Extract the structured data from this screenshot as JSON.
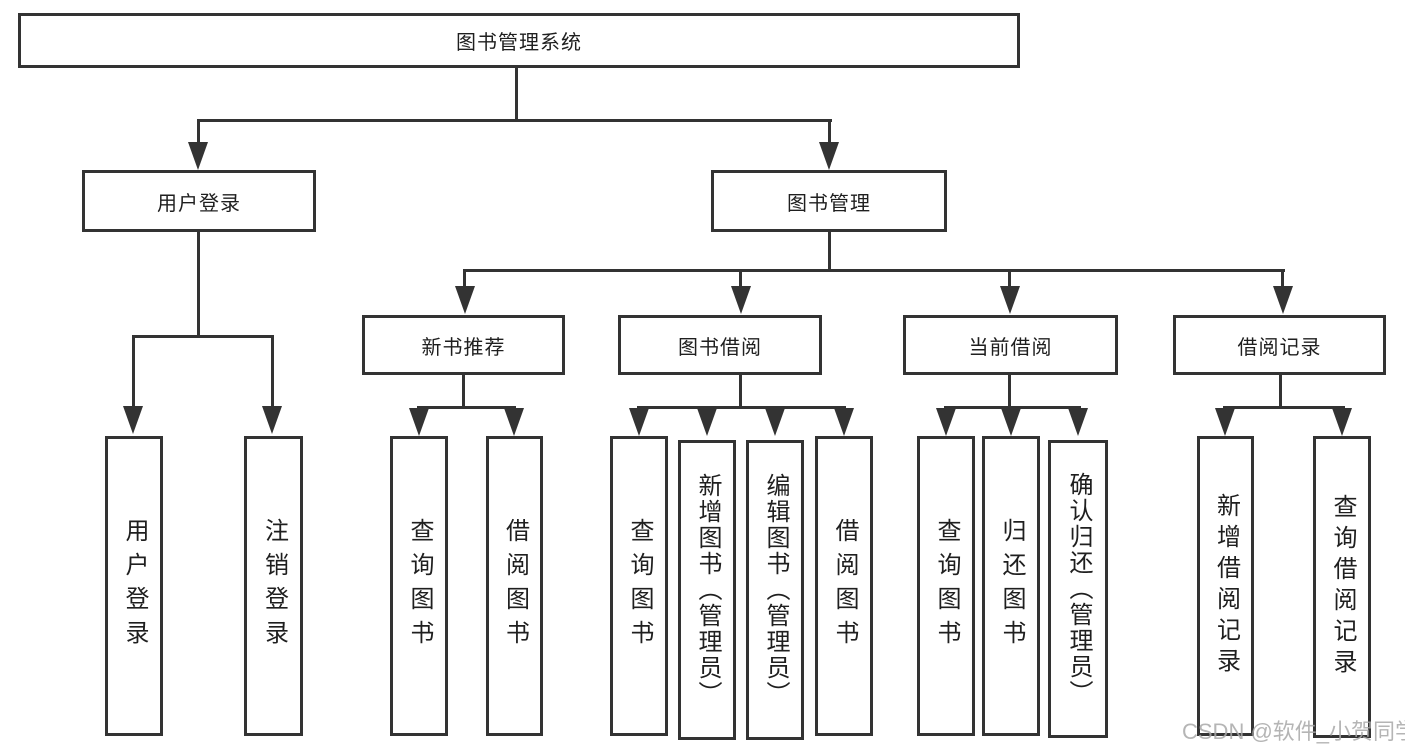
{
  "colors": {
    "line": "#333333",
    "box_border": "#333333",
    "text": "#1f1f1f",
    "background": "#ffffff",
    "watermark_text_color": "#a9a9a9"
  },
  "diagram": {
    "root": {
      "label": "图书管理系统"
    },
    "level2": [
      {
        "label": "用户登录",
        "leaves": [
          {
            "label": "用户登录"
          },
          {
            "label": "注销登录"
          }
        ]
      },
      {
        "label": "图书管理",
        "sections": [
          {
            "label": "新书推荐",
            "leaves": [
              {
                "label": "查询图书"
              },
              {
                "label": "借阅图书"
              }
            ]
          },
          {
            "label": "图书借阅",
            "leaves": [
              {
                "label": "查询图书"
              },
              {
                "label": "新增图书（管理员）"
              },
              {
                "label": "编辑图书（管理员）"
              },
              {
                "label": "借阅图书"
              }
            ]
          },
          {
            "label": "当前借阅",
            "leaves": [
              {
                "label": "查询图书"
              },
              {
                "label": "归还图书"
              },
              {
                "label": "确认归还（管理员）"
              }
            ]
          },
          {
            "label": "借阅记录",
            "leaves": [
              {
                "label": "新增借阅记录"
              },
              {
                "label": "查询借阅记录"
              }
            ]
          }
        ]
      }
    ]
  },
  "watermark": {
    "text": "CSDN @软件_小贺同学"
  }
}
